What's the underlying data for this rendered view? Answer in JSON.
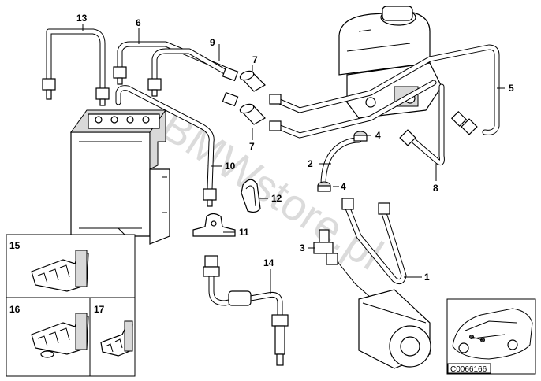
{
  "callouts": {
    "c1": "1",
    "c2": "2",
    "c3": "3",
    "c4a": "4",
    "c4b": "4",
    "c5": "5",
    "c6": "6",
    "c7a": "7",
    "c7b": "7",
    "c8": "8",
    "c9": "9",
    "c10": "10",
    "c11": "11",
    "c12": "12",
    "c13": "13",
    "c14": "14",
    "c15": "15",
    "c16": "16",
    "c17": "17"
  },
  "reference_number": "C0066166",
  "watermark": "BMWstore.pl"
}
